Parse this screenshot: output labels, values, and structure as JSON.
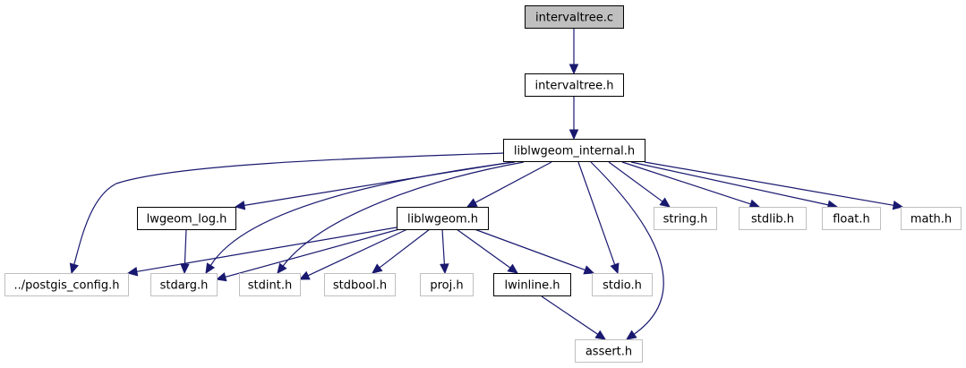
{
  "graph": {
    "type": "include-dependency-graph",
    "colors": {
      "edge": "#191970",
      "root_fill": "#bfbfbf",
      "documented_border": "#000000",
      "external_border": "#bfbfbf",
      "node_fill": "#ffffff"
    },
    "nodes": [
      {
        "id": "intervaltree_c",
        "label": "intervaltree.c",
        "kind": "root"
      },
      {
        "id": "intervaltree_h",
        "label": "intervaltree.h",
        "kind": "documented"
      },
      {
        "id": "liblwgeom_internal_h",
        "label": "liblwgeom_internal.h",
        "kind": "documented"
      },
      {
        "id": "lwgeom_log_h",
        "label": "lwgeom_log.h",
        "kind": "documented"
      },
      {
        "id": "liblwgeom_h",
        "label": "liblwgeom.h",
        "kind": "documented"
      },
      {
        "id": "postgis_config_h",
        "label": "../postgis_config.h",
        "kind": "external"
      },
      {
        "id": "stdarg_h",
        "label": "stdarg.h",
        "kind": "external"
      },
      {
        "id": "stdint_h",
        "label": "stdint.h",
        "kind": "external"
      },
      {
        "id": "stdbool_h",
        "label": "stdbool.h",
        "kind": "external"
      },
      {
        "id": "proj_h",
        "label": "proj.h",
        "kind": "external"
      },
      {
        "id": "lwinline_h",
        "label": "lwinline.h",
        "kind": "documented"
      },
      {
        "id": "stdio_h",
        "label": "stdio.h",
        "kind": "external"
      },
      {
        "id": "assert_h",
        "label": "assert.h",
        "kind": "external"
      },
      {
        "id": "string_h",
        "label": "string.h",
        "kind": "external"
      },
      {
        "id": "stdlib_h",
        "label": "stdlib.h",
        "kind": "external"
      },
      {
        "id": "float_h",
        "label": "float.h",
        "kind": "external"
      },
      {
        "id": "math_h",
        "label": "math.h",
        "kind": "external"
      }
    ],
    "edges": [
      {
        "from": "intervaltree_c",
        "to": "intervaltree_h"
      },
      {
        "from": "intervaltree_h",
        "to": "liblwgeom_internal_h"
      },
      {
        "from": "liblwgeom_internal_h",
        "to": "postgis_config_h"
      },
      {
        "from": "liblwgeom_internal_h",
        "to": "lwgeom_log_h"
      },
      {
        "from": "liblwgeom_internal_h",
        "to": "stdarg_h"
      },
      {
        "from": "liblwgeom_internal_h",
        "to": "stdint_h"
      },
      {
        "from": "liblwgeom_internal_h",
        "to": "liblwgeom_h"
      },
      {
        "from": "liblwgeom_internal_h",
        "to": "stdio_h"
      },
      {
        "from": "liblwgeom_internal_h",
        "to": "assert_h"
      },
      {
        "from": "liblwgeom_internal_h",
        "to": "string_h"
      },
      {
        "from": "liblwgeom_internal_h",
        "to": "stdlib_h"
      },
      {
        "from": "liblwgeom_internal_h",
        "to": "float_h"
      },
      {
        "from": "liblwgeom_internal_h",
        "to": "math_h"
      },
      {
        "from": "lwgeom_log_h",
        "to": "stdarg_h"
      },
      {
        "from": "liblwgeom_h",
        "to": "postgis_config_h"
      },
      {
        "from": "liblwgeom_h",
        "to": "stdarg_h"
      },
      {
        "from": "liblwgeom_h",
        "to": "stdint_h"
      },
      {
        "from": "liblwgeom_h",
        "to": "stdbool_h"
      },
      {
        "from": "liblwgeom_h",
        "to": "proj_h"
      },
      {
        "from": "liblwgeom_h",
        "to": "lwinline_h"
      },
      {
        "from": "liblwgeom_h",
        "to": "stdio_h"
      },
      {
        "from": "lwinline_h",
        "to": "assert_h"
      }
    ]
  }
}
